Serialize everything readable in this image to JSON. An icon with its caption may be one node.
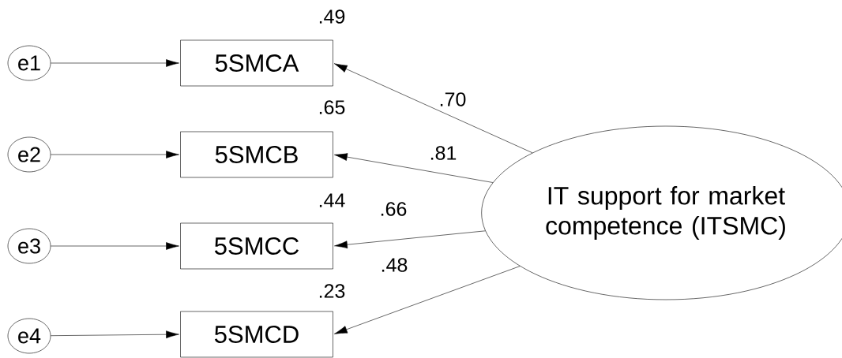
{
  "diagram": {
    "nodes": [
      {
        "text": [
          "e1"
        ]
      },
      {
        "text": [
          "5SMCA"
        ],
        "beside": [
          ".49"
        ]
      },
      {
        "text": [
          "e2"
        ]
      },
      {
        "text": [
          "5SMCB"
        ],
        "beside": [
          ".65"
        ]
      },
      {
        "text": [
          "e3"
        ]
      },
      {
        "text": [
          "5SMCC"
        ],
        "beside": [
          ".44"
        ]
      },
      {
        "text": [
          "e4"
        ]
      },
      {
        "text": [
          "5SMCD"
        ],
        "beside": [
          ".23"
        ]
      },
      {
        "text": [
          "IT support for market competence (ITSMC)"
        ]
      }
    ],
    "edges": [
      {
        "from": 0,
        "to": 1,
        "arrow": "to"
      },
      {
        "from": 2,
        "to": 3,
        "arrow": "to"
      },
      {
        "from": 4,
        "to": 5,
        "arrow": "to"
      },
      {
        "from": 6,
        "to": 7,
        "arrow": "to"
      },
      {
        "from": 8,
        "to": 1,
        "arrow": "to",
        "label": ".70"
      },
      {
        "from": 8,
        "to": 3,
        "arrow": "to",
        "label": ".81"
      },
      {
        "from": 8,
        "to": 5,
        "arrow": "to",
        "label": ".66"
      },
      {
        "from": 8,
        "to": 7,
        "arrow": "to",
        "label": ".48"
      }
    ]
  }
}
